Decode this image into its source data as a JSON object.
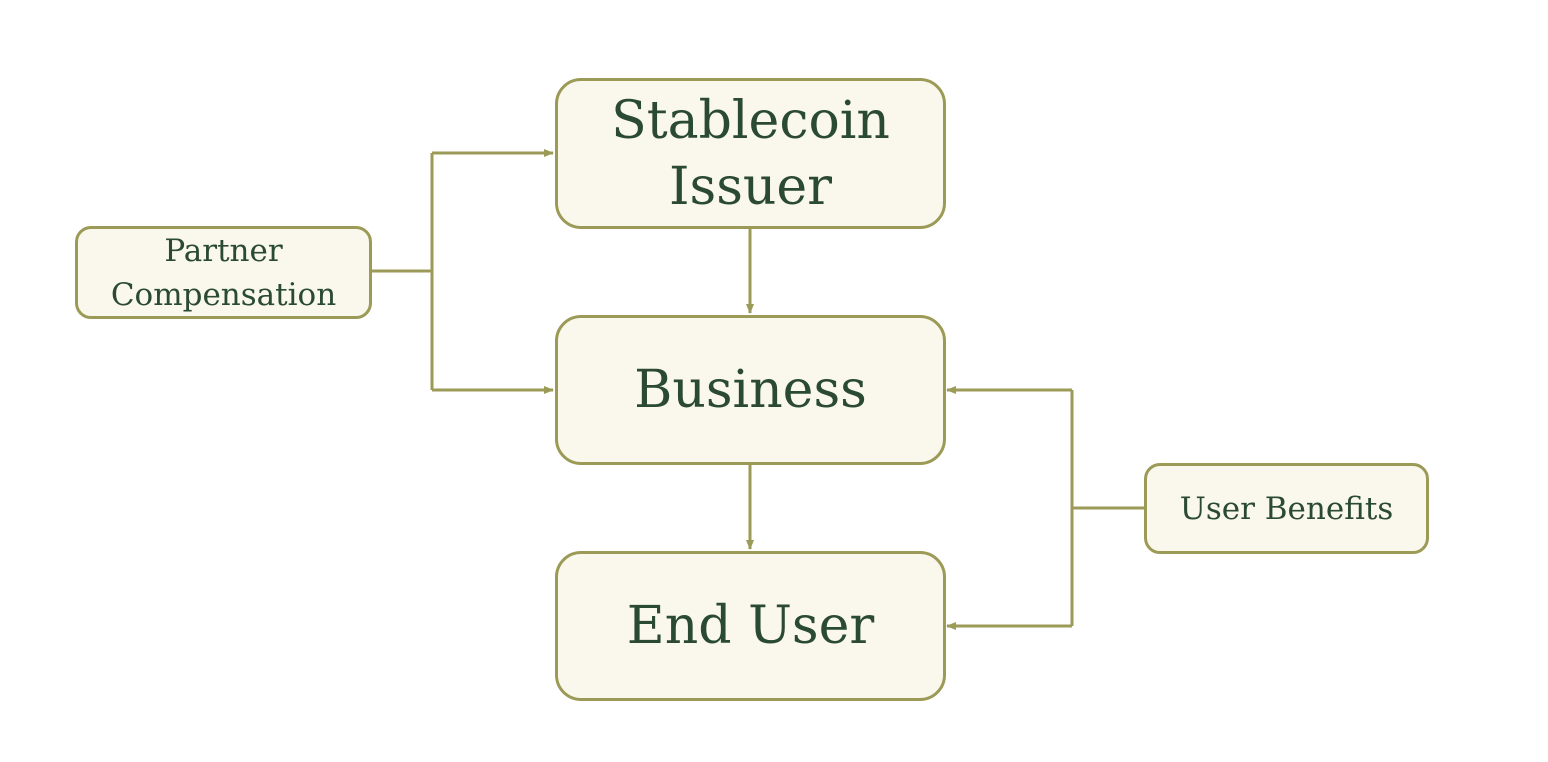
{
  "nodes": {
    "issuer": "Stablecoin Issuer",
    "issuer_line1": "Stablecoin",
    "issuer_line2": "Issuer",
    "business": "Business",
    "end_user": "End User",
    "partner_line1": "Partner",
    "partner_line2": "Compensation",
    "user_benefits": "User Benefits"
  },
  "colors": {
    "border": "#9c9a57",
    "fill": "#faf7ec",
    "text": "#2a4a33"
  }
}
